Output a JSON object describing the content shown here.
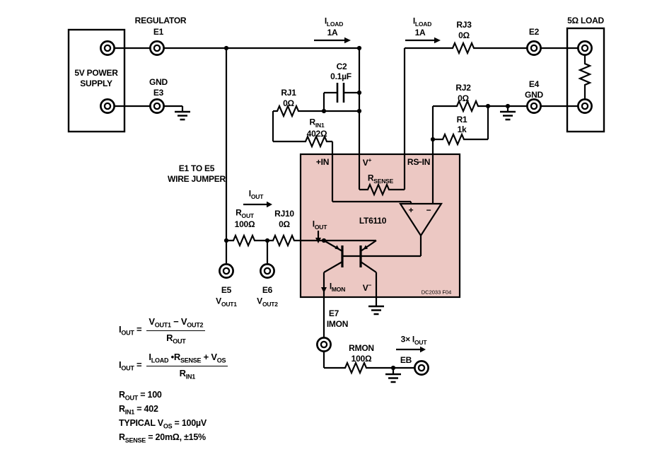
{
  "ps": {
    "line1": "5V POWER",
    "line2": "SUPPLY"
  },
  "reg": {
    "title": "REGULATOR",
    "e1": "E1",
    "gnd": "GND",
    "e3": "E3"
  },
  "rail": {
    "iload_a": {
      "label": "I_{LOAD}",
      "value": "1A"
    },
    "iload_b": {
      "label": "I_{LOAD}",
      "value": "1A"
    },
    "c2": {
      "label": "C2",
      "value": "0.1µF"
    },
    "rj1": {
      "label": "RJ1",
      "value": "0Ω"
    },
    "rin1": {
      "label": "R_{IN1}",
      "value": "402Ω"
    },
    "rj3": {
      "label": "RJ3",
      "value": "0Ω"
    },
    "e2": "E2",
    "load": "5Ω LOAD",
    "e4": {
      "label": "E4",
      "value": "GND"
    },
    "rj2": {
      "label": "RJ2",
      "value": "0Ω"
    },
    "r1": {
      "label": "R1",
      "value": "1k"
    }
  },
  "ic": {
    "name": "LT6110",
    "pins": {
      "plus_in": "+IN",
      "vplus": "V^{+}",
      "rs": "RS",
      "minus_in": "−IN",
      "vminus": "V^{−}"
    },
    "rsense": "R_{SENSE}",
    "amp": {
      "plus": "+",
      "minus": "−"
    },
    "iout": "I_{OUT}",
    "imon": "I_{MON}",
    "fig": "DC2033 F04"
  },
  "outnet": {
    "jumper_line1": "E1 TO E5",
    "jumper_line2": "WIRE JUMPER",
    "iout": "I_{OUT}",
    "rout": {
      "label": "R_{OUT}",
      "value": "100Ω"
    },
    "rj10": {
      "label": "RJ10",
      "value": "0Ω"
    },
    "e5": {
      "label": "E5",
      "value": "V_{OUT1}"
    },
    "e6": {
      "label": "E6",
      "value": "V_{OUT2}"
    }
  },
  "mon": {
    "e7": {
      "label": "E7",
      "value": "IMON"
    },
    "rmon": {
      "label": "RMON",
      "value": "100Ω"
    },
    "current": "3× I_{OUT}",
    "eb": "EB"
  },
  "formulas": {
    "f1": {
      "lhs": "I_{OUT} =",
      "num": "V_{OUT1} − V_{OUT2}",
      "den": "R_{OUT}"
    },
    "f2": {
      "lhs": "I_{OUT} =",
      "num": "I_{LOAD} •R_{SENSE} + V_{OS}",
      "den": "R_{IN1}"
    },
    "notes": [
      "R_{OUT} = 100",
      "R_{IN1} = 402",
      "TYPICAL V_{OS} = 100µV",
      "R_{SENSE} = 20mΩ, ±15%"
    ]
  },
  "colors": {
    "ic_fill": "#ecc8c3",
    "line": "#000000"
  }
}
